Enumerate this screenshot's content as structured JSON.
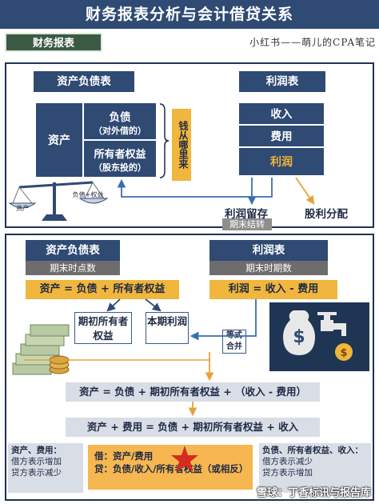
{
  "title": "财务报表分析与会计借贷关系",
  "section_tab": "财务报表",
  "watermark_top": "小红书——萌儿的CPA笔记",
  "top": {
    "bs_header": "资产负债表",
    "is_header": "利润表",
    "asset_label": "资产",
    "liability_label": "负债",
    "liability_sub": "（对外借的）",
    "equity_label": "所有者权益",
    "equity_sub": "（股东投的）",
    "source_label": "钱从哪里来",
    "income_label": "收入",
    "expense_label": "费用",
    "profit_label": "利润",
    "retained_label": "利润留存",
    "period_end_transfer": "期末结转",
    "dividend_label": "股利分配",
    "scale_left": "资产",
    "scale_right": "负债+权益"
  },
  "bottom": {
    "bs_header": "资产负债表",
    "bs_sub": "期末时点数",
    "is_header": "利润表",
    "is_sub": "期末时期数",
    "bs_equation": "资产 = 负债 + 所有者权益",
    "is_equation": "利润 = 收入 - 费用",
    "opening_equity": "期初所有者权益",
    "current_profit": "本期利润",
    "equivalent_merge": "等式合并",
    "merged_equation": "资产 = 负债 + 期初所有者权益 + （收入 - 费用）",
    "final_equation": "资产 + 费用 = 负债 + 期初所有者权益 + 收入",
    "left_note_title": "资产、费用：",
    "left_note_line1": "借方表示增加",
    "left_note_line2": "贷方表示减少",
    "center_line1": "借：资产/费用",
    "center_line2": "贷：负债/收入/所有者权益（或相反）",
    "right_note_title": "负债、所有者权益、收入：",
    "right_note_line1": "借方表示减少",
    "right_note_line2": "贷方表示增加",
    "footer_watermark": "雪球：丁香标讯与报告库"
  },
  "colors": {
    "navy": "#2f4a73",
    "gold": "#f0b63d",
    "grey": "#6d6d6d",
    "green_tab": "#3b5a43",
    "arrow_blue": "#3a6fb0",
    "arrow_gold": "#e6a23a",
    "star_red": "#d62b1f"
  }
}
